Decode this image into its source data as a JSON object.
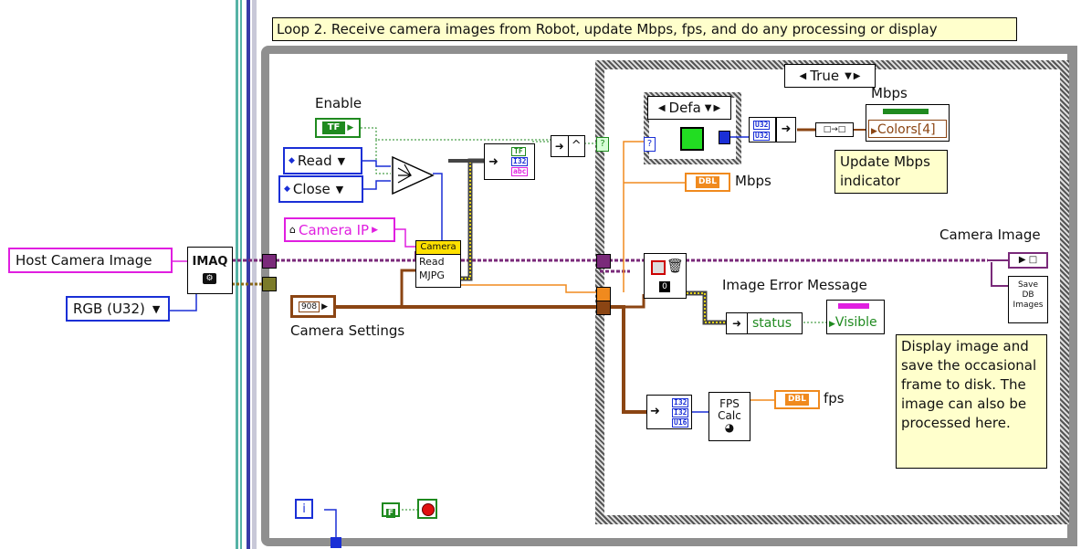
{
  "loop_comment": "Loop 2. Receive camera images from Robot, update Mbps, fps, and do any processing or display",
  "labels": {
    "enable": "Enable",
    "camera_settings": "Camera Settings",
    "mbps_out": "Mbps",
    "mbps_indicator": "Mbps",
    "image_error_message": "Image Error Message",
    "camera_image": "Camera Image",
    "fps": "fps"
  },
  "controls": {
    "host_camera_image": "Host Camera Image",
    "rgb_type": "RGB (U32)",
    "read_enum": "Read",
    "close_enum": "Close",
    "camera_ip": "Camera IP",
    "enable_const": "TF",
    "false_const": "F"
  },
  "nodes": {
    "imaq_title": "IMAQ",
    "camera_read_header": "Camera",
    "camera_read_line1": "Read",
    "camera_read_line2": "MJPG",
    "and_symbol": "^",
    "case_selector": "True",
    "inner_case_selector": "Defa",
    "unbundle_top": "U32",
    "unbundle_bot": "U32",
    "property_colors": "Colors[4]",
    "mbps_dbl": "DBL",
    "fps_dbl": "DBL",
    "status_field": "status",
    "visible_field": "Visible",
    "error_const": "0",
    "fps_calc_line1": "FPS",
    "fps_calc_line2": "Calc",
    "save_db_line1": "Save",
    "save_db_line2": "DB",
    "save_db_line3": "Images",
    "bundle_tf": "TF",
    "bundle_i32": "I32",
    "bundle_abc": "abc",
    "fps_bundle_1": "I32",
    "fps_bundle_2": "I32",
    "fps_bundle_3": "U16",
    "iteration": "i",
    "selector_q": "?"
  },
  "comments": {
    "update_mbps": "Update Mbps indicator",
    "display_image": "Display image and save the occasional frame to disk. The image can also be processed here."
  },
  "colors": {
    "image_wire": "#7a2a7a",
    "cluster_wire": "#8b4513",
    "numeric_wire": "#f08a1e",
    "bool_wire": "#1f8a1f",
    "string_wire": "#e01ee0",
    "enum_wire": "#1a2fd6",
    "comment_bg": "#ffffcc"
  }
}
